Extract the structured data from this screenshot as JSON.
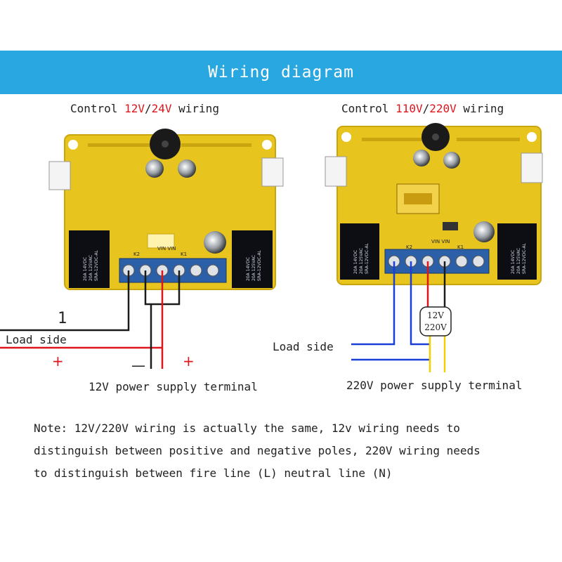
{
  "header": {
    "title": "Wiring diagram"
  },
  "left_panel": {
    "caption_prefix": "Control ",
    "caption_v1": "12V",
    "caption_sep": "/",
    "caption_v2": "24V",
    "caption_suffix": " wiring",
    "pin_label_k2": "K2",
    "pin_label_vin": "VIN VIN",
    "pin_label_k1": "K1",
    "load_number": "1",
    "load_label": "Load side",
    "plus_left": "+",
    "minus": "—",
    "plus_right": "+",
    "terminal_label": "12V power supply terminal"
  },
  "right_panel": {
    "caption_prefix": "Control ",
    "caption_v1": "110V",
    "caption_sep": "/",
    "caption_v2": "220V",
    "caption_suffix": " wiring",
    "pin_label_k2": "K2",
    "pin_label_vin": "VIN VIN",
    "pin_label_k1": "K1",
    "adapter_line1": "12V",
    "adapter_line2": "220V",
    "load_label": "Load side",
    "terminal_label": "220V power supply terminal"
  },
  "relay_text": {
    "line1": "20A 14VDC",
    "line2": "20A 125VAC",
    "line3": "SRA-12VDC-AL"
  },
  "note": {
    "line1": "Note: 12V/220V wiring is actually the same, 12v wiring needs to",
    "line2": "distinguish between positive and negative poles, 220V wiring needs",
    "line3": "to distinguish between fire line (L) neutral line (N)"
  },
  "colors": {
    "banner": "#29a7e1",
    "board": "#e8c41e",
    "terminal_block": "#2b5fa8",
    "relay": "#0c0e14",
    "wire_red": "#e0141b",
    "wire_black": "#1a1a1a",
    "wire_blue": "#1a3fd6",
    "wire_yellow": "#f0d000"
  }
}
